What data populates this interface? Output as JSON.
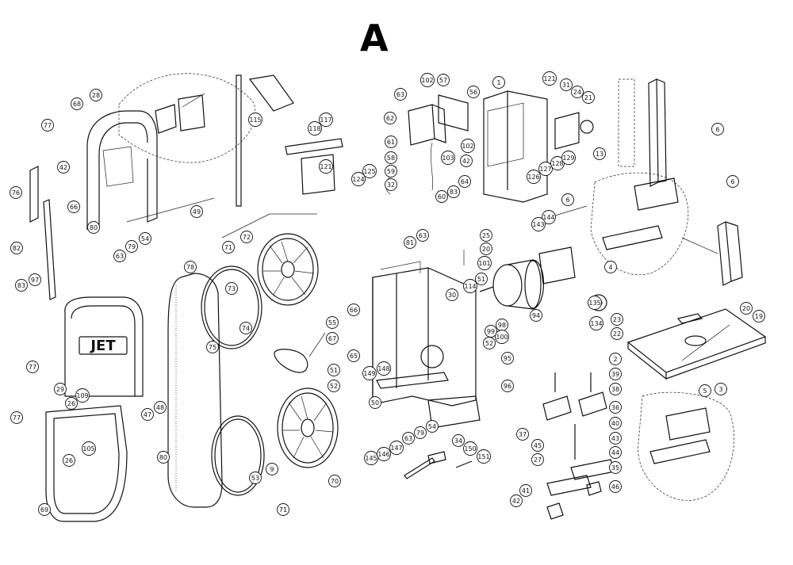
{
  "diagram": {
    "title": "A",
    "brand_mark": "JET",
    "callouts": [
      {
        "id": "c77a",
        "label": "77"
      },
      {
        "id": "c68",
        "label": "68"
      },
      {
        "id": "c28",
        "label": "28"
      },
      {
        "id": "c42a",
        "label": "42"
      },
      {
        "id": "c76",
        "label": "76"
      },
      {
        "id": "c66a",
        "label": "66"
      },
      {
        "id": "c80a",
        "label": "80"
      },
      {
        "id": "c82",
        "label": "82"
      },
      {
        "id": "c63a",
        "label": "63"
      },
      {
        "id": "c79a",
        "label": "79"
      },
      {
        "id": "c54a",
        "label": "54"
      },
      {
        "id": "c83a",
        "label": "83"
      },
      {
        "id": "c97",
        "label": "97"
      },
      {
        "id": "c49",
        "label": "49"
      },
      {
        "id": "c115",
        "label": "115"
      },
      {
        "id": "c117",
        "label": "117"
      },
      {
        "id": "c118",
        "label": "118"
      },
      {
        "id": "c121a",
        "label": "121"
      },
      {
        "id": "c124",
        "label": "124"
      },
      {
        "id": "c125",
        "label": "125"
      },
      {
        "id": "c63b",
        "label": "63"
      },
      {
        "id": "c102a",
        "label": "102"
      },
      {
        "id": "c57",
        "label": "57"
      },
      {
        "id": "c62",
        "label": "62"
      },
      {
        "id": "c56",
        "label": "56"
      },
      {
        "id": "c61",
        "label": "61"
      },
      {
        "id": "c58",
        "label": "58"
      },
      {
        "id": "c59",
        "label": "59"
      },
      {
        "id": "c32",
        "label": "32"
      },
      {
        "id": "c60",
        "label": "60"
      },
      {
        "id": "c103",
        "label": "103"
      },
      {
        "id": "c102b",
        "label": "102"
      },
      {
        "id": "c42b",
        "label": "42"
      },
      {
        "id": "c83b",
        "label": "83"
      },
      {
        "id": "c64",
        "label": "64"
      },
      {
        "id": "c1",
        "label": "1"
      },
      {
        "id": "c121b",
        "label": "121"
      },
      {
        "id": "c31",
        "label": "31"
      },
      {
        "id": "c24",
        "label": "24"
      },
      {
        "id": "c21",
        "label": "21"
      },
      {
        "id": "c13",
        "label": "13"
      },
      {
        "id": "c126",
        "label": "126"
      },
      {
        "id": "c127",
        "label": "127"
      },
      {
        "id": "c128",
        "label": "128"
      },
      {
        "id": "c129",
        "label": "129"
      },
      {
        "id": "c144",
        "label": "144"
      },
      {
        "id": "c143",
        "label": "143"
      },
      {
        "id": "c6a",
        "label": "6"
      },
      {
        "id": "c6b",
        "label": "6"
      },
      {
        "id": "c4",
        "label": "4"
      },
      {
        "id": "c6c",
        "label": "6"
      },
      {
        "id": "c20a",
        "label": "20"
      },
      {
        "id": "c19",
        "label": "19"
      },
      {
        "id": "c72",
        "label": "72"
      },
      {
        "id": "c71a",
        "label": "71"
      },
      {
        "id": "c73",
        "label": "73"
      },
      {
        "id": "c74",
        "label": "74"
      },
      {
        "id": "c75",
        "label": "75"
      },
      {
        "id": "c78",
        "label": "78"
      },
      {
        "id": "c55",
        "label": "55"
      },
      {
        "id": "c67",
        "label": "67"
      },
      {
        "id": "c81",
        "label": "81"
      },
      {
        "id": "c63c",
        "label": "63"
      },
      {
        "id": "c25",
        "label": "25"
      },
      {
        "id": "c20b",
        "label": "20"
      },
      {
        "id": "c101",
        "label": "101"
      },
      {
        "id": "c51a",
        "label": "51"
      },
      {
        "id": "c114",
        "label": "114"
      },
      {
        "id": "c98",
        "label": "98"
      },
      {
        "id": "c99",
        "label": "99"
      },
      {
        "id": "c94",
        "label": "94"
      },
      {
        "id": "c30",
        "label": "30"
      },
      {
        "id": "c52a",
        "label": "52"
      },
      {
        "id": "c100",
        "label": "100"
      },
      {
        "id": "c135",
        "label": "135"
      },
      {
        "id": "c134",
        "label": "134"
      },
      {
        "id": "c66b",
        "label": "66"
      },
      {
        "id": "c65",
        "label": "65"
      },
      {
        "id": "c51b",
        "label": "51"
      },
      {
        "id": "c149",
        "label": "149"
      },
      {
        "id": "c148",
        "label": "148"
      },
      {
        "id": "c52b",
        "label": "52"
      },
      {
        "id": "c50",
        "label": "50"
      },
      {
        "id": "c95",
        "label": "95"
      },
      {
        "id": "c96",
        "label": "96"
      },
      {
        "id": "c77b",
        "label": "77"
      },
      {
        "id": "c29",
        "label": "29"
      },
      {
        "id": "c109",
        "label": "109"
      },
      {
        "id": "c26a",
        "label": "26"
      },
      {
        "id": "c47",
        "label": "47"
      },
      {
        "id": "c48",
        "label": "48"
      },
      {
        "id": "c77c",
        "label": "77"
      },
      {
        "id": "c105",
        "label": "105"
      },
      {
        "id": "c26b",
        "label": "26"
      },
      {
        "id": "c80b",
        "label": "80"
      },
      {
        "id": "c69",
        "label": "69"
      },
      {
        "id": "c53",
        "label": "53"
      },
      {
        "id": "c9",
        "label": "9"
      },
      {
        "id": "c71b",
        "label": "71"
      },
      {
        "id": "c70",
        "label": "70"
      },
      {
        "id": "c145",
        "label": "145"
      },
      {
        "id": "c146",
        "label": "146"
      },
      {
        "id": "c147",
        "label": "147"
      },
      {
        "id": "c63d",
        "label": "63"
      },
      {
        "id": "c79b",
        "label": "79"
      },
      {
        "id": "c54b",
        "label": "54"
      },
      {
        "id": "c34",
        "label": "34"
      },
      {
        "id": "c150",
        "label": "150"
      },
      {
        "id": "c151",
        "label": "151"
      },
      {
        "id": "c23",
        "label": "23"
      },
      {
        "id": "c22",
        "label": "22"
      },
      {
        "id": "c2",
        "label": "2"
      },
      {
        "id": "c39",
        "label": "39"
      },
      {
        "id": "c38",
        "label": "38"
      },
      {
        "id": "c36",
        "label": "36"
      },
      {
        "id": "c40",
        "label": "40"
      },
      {
        "id": "c37",
        "label": "37"
      },
      {
        "id": "c45",
        "label": "45"
      },
      {
        "id": "c43",
        "label": "43"
      },
      {
        "id": "c44",
        "label": "44"
      },
      {
        "id": "c27",
        "label": "27"
      },
      {
        "id": "c35",
        "label": "35"
      },
      {
        "id": "c46",
        "label": "46"
      },
      {
        "id": "c41",
        "label": "41"
      },
      {
        "id": "c42c",
        "label": "42"
      },
      {
        "id": "c5",
        "label": "5"
      },
      {
        "id": "c3",
        "label": "3"
      }
    ]
  }
}
